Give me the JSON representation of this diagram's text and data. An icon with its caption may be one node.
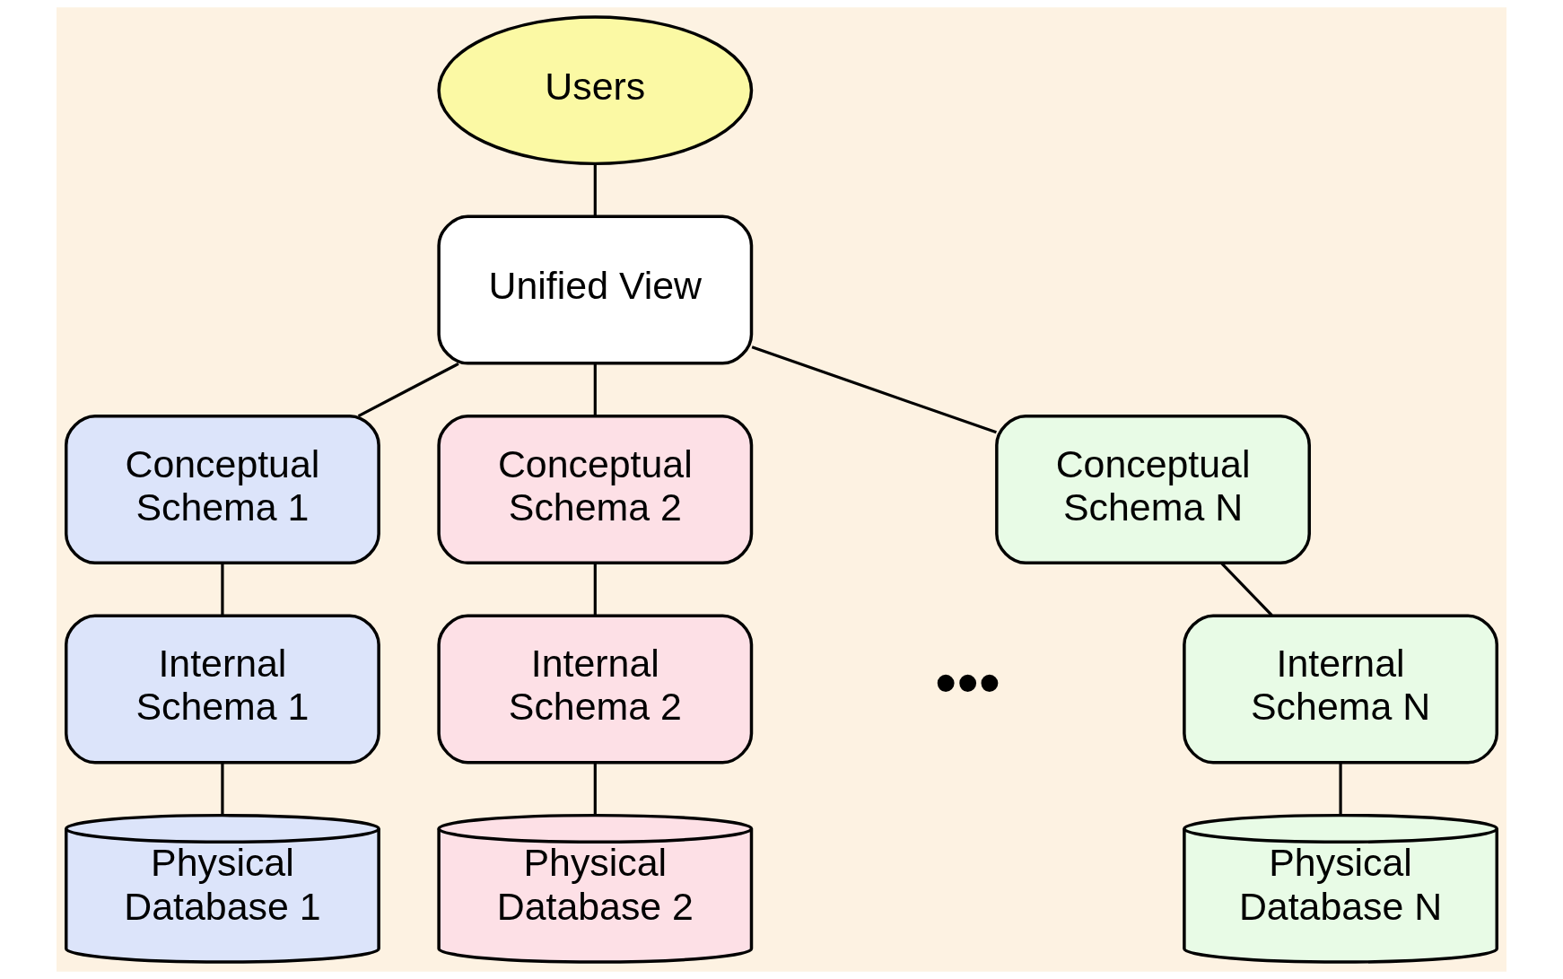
{
  "diagram": {
    "nodes": [
      {
        "text": [
          "Users"
        ]
      },
      {
        "text": [
          "Unified View"
        ]
      },
      {
        "text": [
          "Conceptual Schema 1"
        ]
      },
      {
        "text": [
          "Internal Schema 1"
        ]
      },
      {
        "text": [
          "Physical Database 1"
        ]
      },
      {
        "text": [
          "Conceptual Schema 2"
        ]
      },
      {
        "text": [
          "Internal Schema 2"
        ]
      },
      {
        "text": [
          "Physical Database 2"
        ]
      },
      {
        "text": [
          "Conceptual Schema N"
        ]
      },
      {
        "text": [
          "Internal Schema N"
        ]
      },
      {
        "text": [
          "Physical Database N"
        ]
      }
    ],
    "edges": [
      {
        "from": 0,
        "to": 1,
        "arrow": "none"
      },
      {
        "from": 1,
        "to": 2,
        "arrow": "none"
      },
      {
        "from": 1,
        "to": 5,
        "arrow": "none"
      },
      {
        "from": 1,
        "to": 8,
        "arrow": "none"
      },
      {
        "from": 2,
        "to": 3,
        "arrow": "none"
      },
      {
        "from": 3,
        "to": 4,
        "arrow": "none"
      },
      {
        "from": 5,
        "to": 6,
        "arrow": "none"
      },
      {
        "from": 6,
        "to": 7,
        "arrow": "none"
      },
      {
        "from": 8,
        "to": 9,
        "arrow": "none"
      },
      {
        "from": 9,
        "to": 10,
        "arrow": "none"
      }
    ],
    "labels": [
      "•••"
    ]
  }
}
